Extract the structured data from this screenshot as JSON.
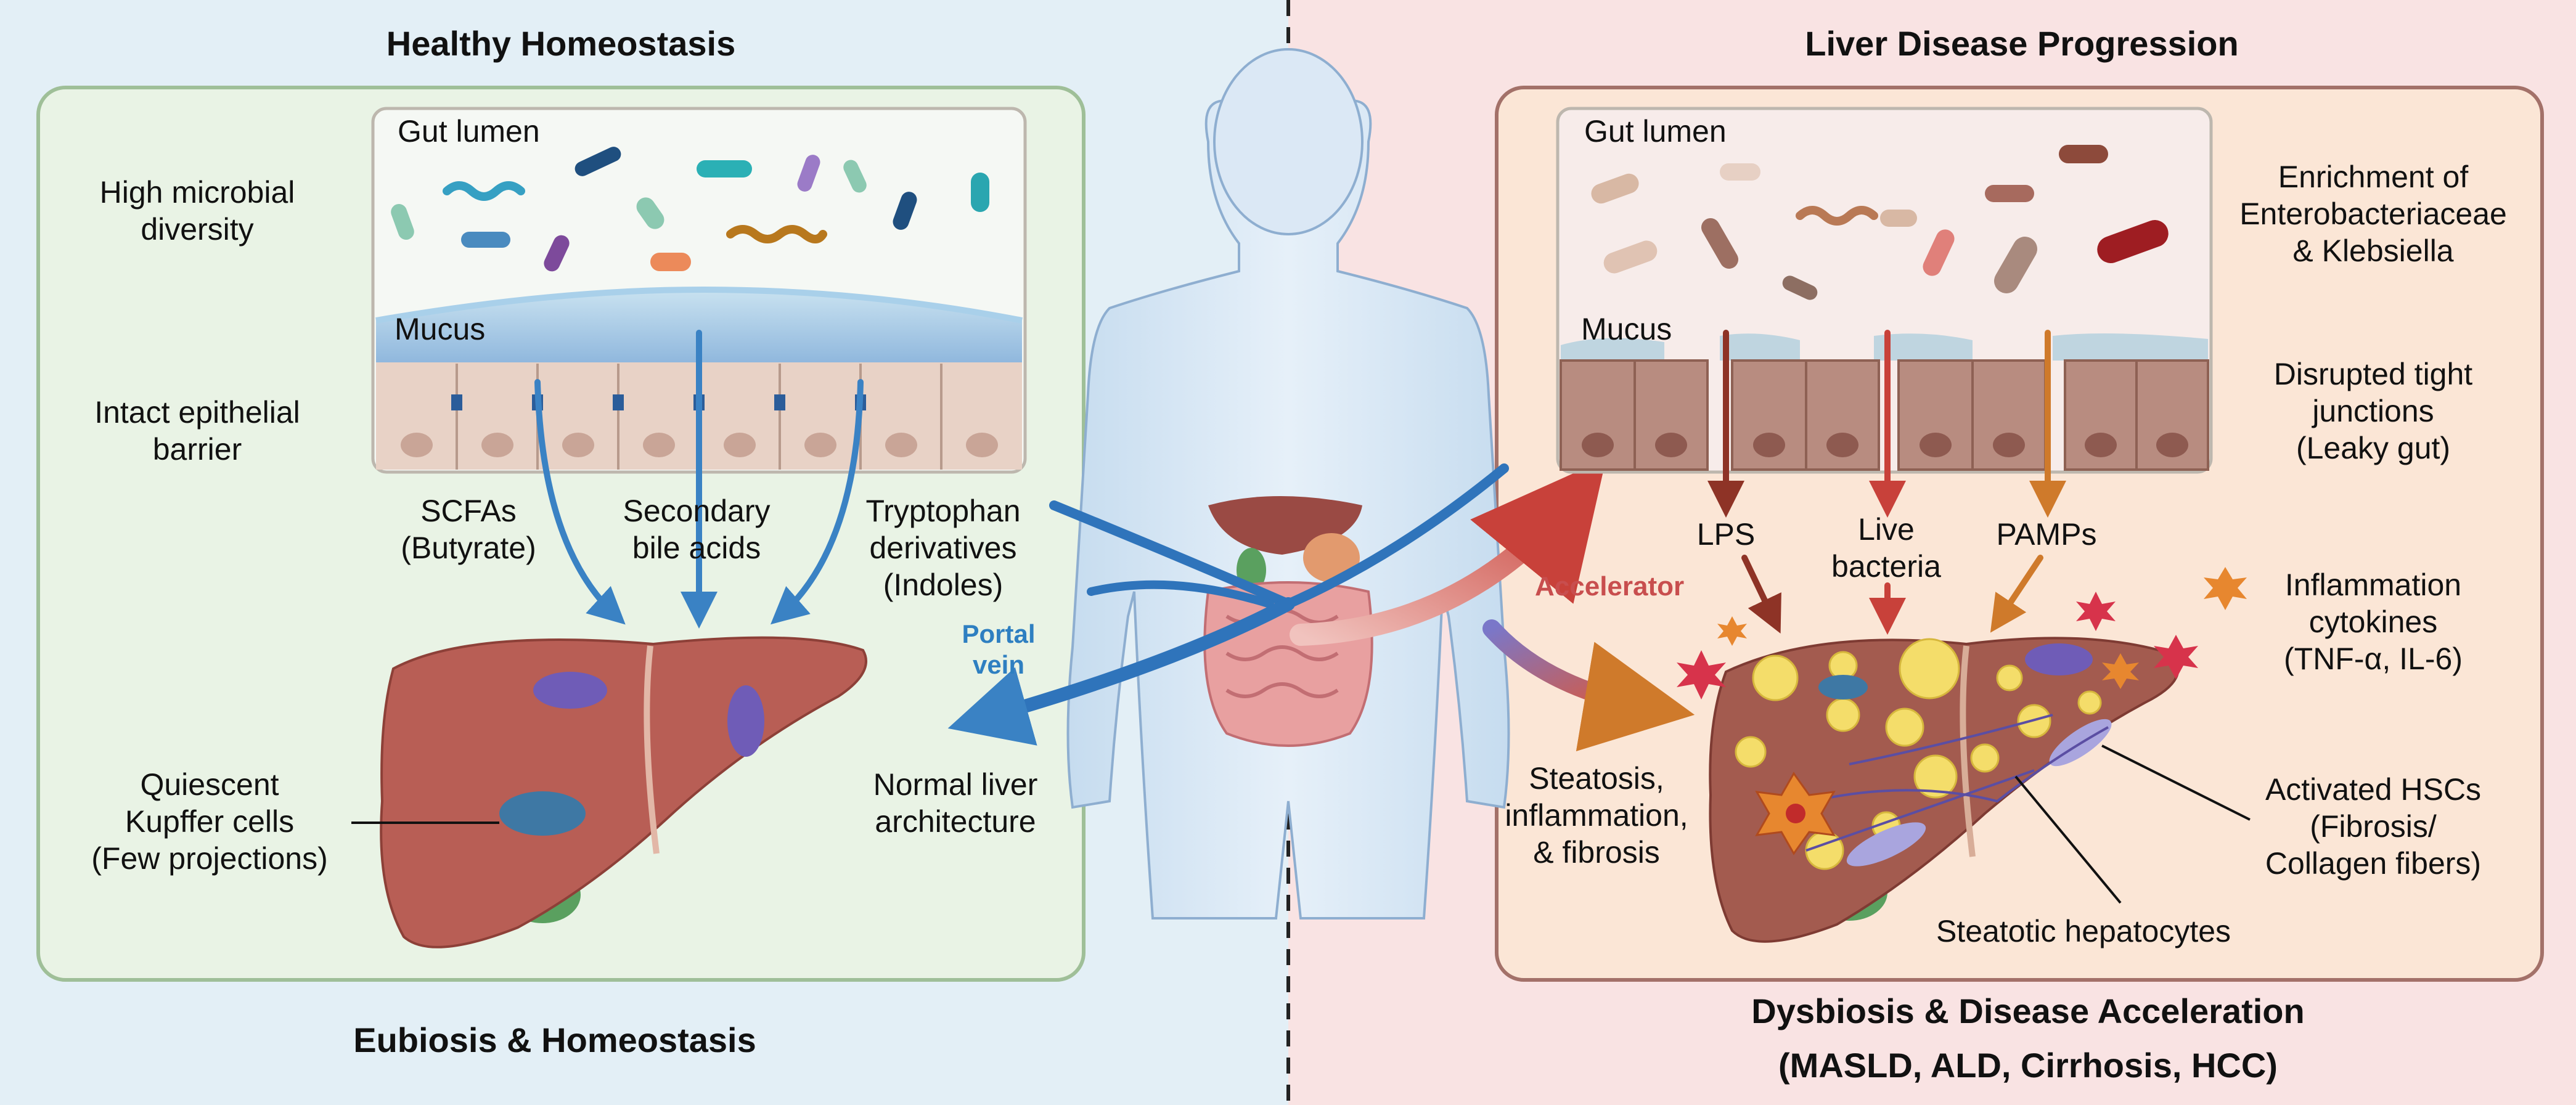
{
  "titles": {
    "left_top": "Healthy Homeostasis",
    "right_top": "Liver Disease Progression",
    "left_bottom": "Eubiosis & Homeostasis",
    "right_bottom_line1": "Dysbiosis & Disease Acceleration",
    "right_bottom_line2": "(MASLD, ALD, Cirrhosis, HCC)"
  },
  "left": {
    "gut_lumen": "Gut lumen",
    "mucus": "Mucus",
    "diversity_1": "High microbial",
    "diversity_2": "diversity",
    "barrier_1": "Intact epithelial",
    "barrier_2": "barrier",
    "scfa_1": "SCFAs",
    "scfa_2": "(Butyrate)",
    "bile_1": "Secondary",
    "bile_2": "bile acids",
    "trp_1": "Tryptophan",
    "trp_2": "derivatives",
    "trp_3": "(Indoles)",
    "kupffer_1": "Quiescent",
    "kupffer_2": "Kupffer cells",
    "kupffer_3": "(Few projections)",
    "normal_1": "Normal liver",
    "normal_2": "architecture"
  },
  "center": {
    "portal_1": "Portal",
    "portal_2": "vein",
    "accelerator": "Accelerator"
  },
  "right": {
    "gut_lumen": "Gut lumen",
    "mucus": "Mucus",
    "enrich_1": "Enrichment of",
    "enrich_2": "Enterobacteriaceae",
    "enrich_3": "& Klebsiella",
    "tight_1": "Disrupted tight",
    "tight_2": "junctions",
    "tight_3": "(Leaky gut)",
    "lps": "LPS",
    "live_1": "Live",
    "live_2": "bacteria",
    "pamps": "PAMPs",
    "cyto_1": "Inflammation",
    "cyto_2": "cytokines",
    "cyto_3": "(TNF-α, IL-6)",
    "steatosis_1": "Steatosis,",
    "steatosis_2": "inflammation,",
    "steatosis_3": "& fibrosis",
    "hsc_1": "Activated HSCs",
    "hsc_2": "(Fibrosis/",
    "hsc_3": "Collagen fibers)",
    "hepatocytes": "Steatotic hepatocytes"
  },
  "colors": {
    "left_bg": "#e3eff6",
    "right_bg": "#f9e3e3",
    "left_panel": "#e9f3e5",
    "right_panel": "#fbe6d6",
    "blue_arrow": "#3a82c4",
    "red_arrow": "#c94a46",
    "liver": "#b85e55"
  }
}
